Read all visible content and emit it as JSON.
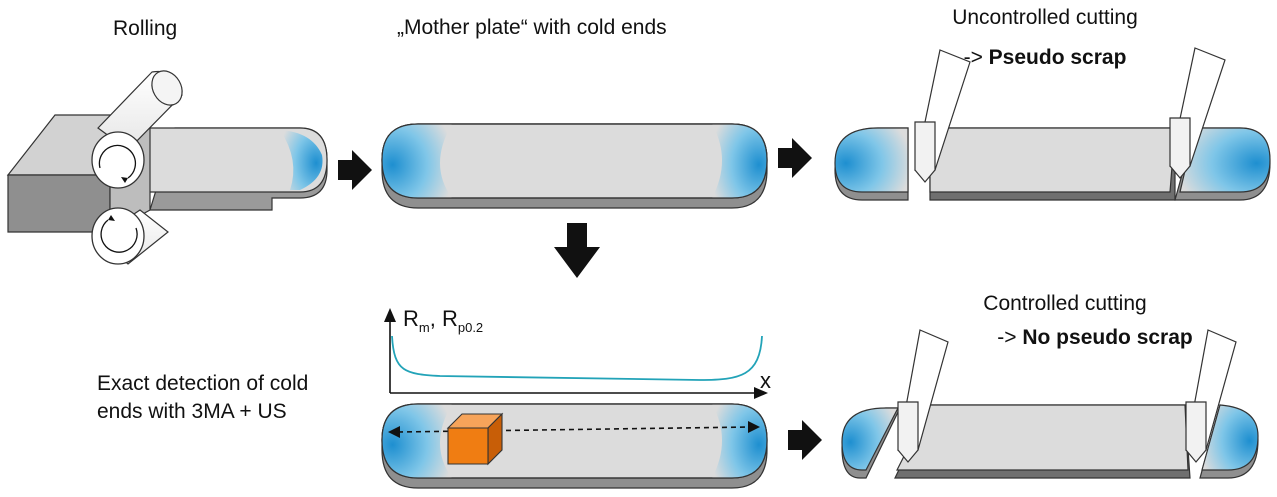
{
  "labels": {
    "rolling": "Rolling",
    "mother_plate": "„Mother plate“ with cold ends",
    "uncontrolled_line1": "Uncontrolled cutting",
    "uncontrolled_prefix": "-> ",
    "uncontrolled_bold": "Pseudo scrap",
    "controlled_line1": "Controlled cutting",
    "controlled_prefix": "-> ",
    "controlled_bold": "No pseudo scrap",
    "detection_line1": "Exact detection of cold",
    "detection_line2": "ends with 3MA + US"
  },
  "axis": {
    "y_main_1": "R",
    "y_sub_1": "m",
    "y_sep": ", R",
    "y_sub_2": "p0.2",
    "x_label": "x"
  },
  "colors": {
    "plate": "#dcdcdc",
    "plate_edge": "#888888",
    "cold_end": "#4aa8d8",
    "curve": "#22a3b8",
    "sensor": "#f07d12",
    "arrow": "#111111"
  }
}
